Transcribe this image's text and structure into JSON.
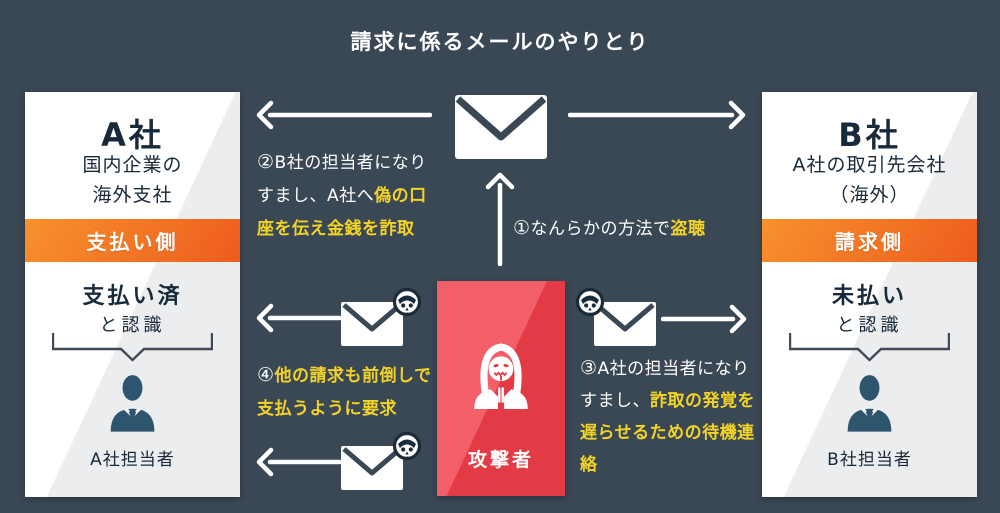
{
  "title": "請求に係るメールのやりとり",
  "company_a": {
    "name": "A社",
    "desc_line1": "国内企業の",
    "desc_line2": "海外支社",
    "role": "支払い側",
    "status_main": "支払い済",
    "status_sub": "と認識",
    "person_label": "A社担当者"
  },
  "company_b": {
    "name": "B社",
    "desc_line1": "A社の取引先会社",
    "desc_line2": "（海外）",
    "role": "請求側",
    "status_main": "未払い",
    "status_sub": "と認識",
    "person_label": "B社担当者"
  },
  "attacker": {
    "label": "攻撃者"
  },
  "steps": {
    "step1": {
      "num": "①",
      "white": "なんらかの方法で",
      "yellow": "盗聴"
    },
    "step2": {
      "num": "②",
      "white": "B社の担当者になりすまし、A社へ",
      "yellow": "偽の口座を伝え金銭を詐取"
    },
    "step3": {
      "num": "③",
      "white": "A社の担当者になりすまし、",
      "yellow": "詐取の発覚を遅らせるための待機連絡"
    },
    "step4": {
      "num": "④",
      "white": "",
      "yellow": "他の請求も前倒しで支払うように要求"
    }
  },
  "icons": {
    "mail": "envelope-icon",
    "skull_mail": "malicious-envelope-with-skull-badge-icon",
    "attacker": "hooded-hacker-icon",
    "person": "business-person-icon"
  },
  "colors": {
    "background": "#3a4754",
    "accent_orange_light": "#f8912d",
    "accent_orange_dark": "#ee5c1d",
    "attacker_red_light": "#f35f69",
    "attacker_red_dark": "#e23b45",
    "highlight_yellow": "#f2d327",
    "text_navy": "#18293a",
    "person_blue": "#2d566e",
    "icon_dark": "#1c2b3a"
  }
}
